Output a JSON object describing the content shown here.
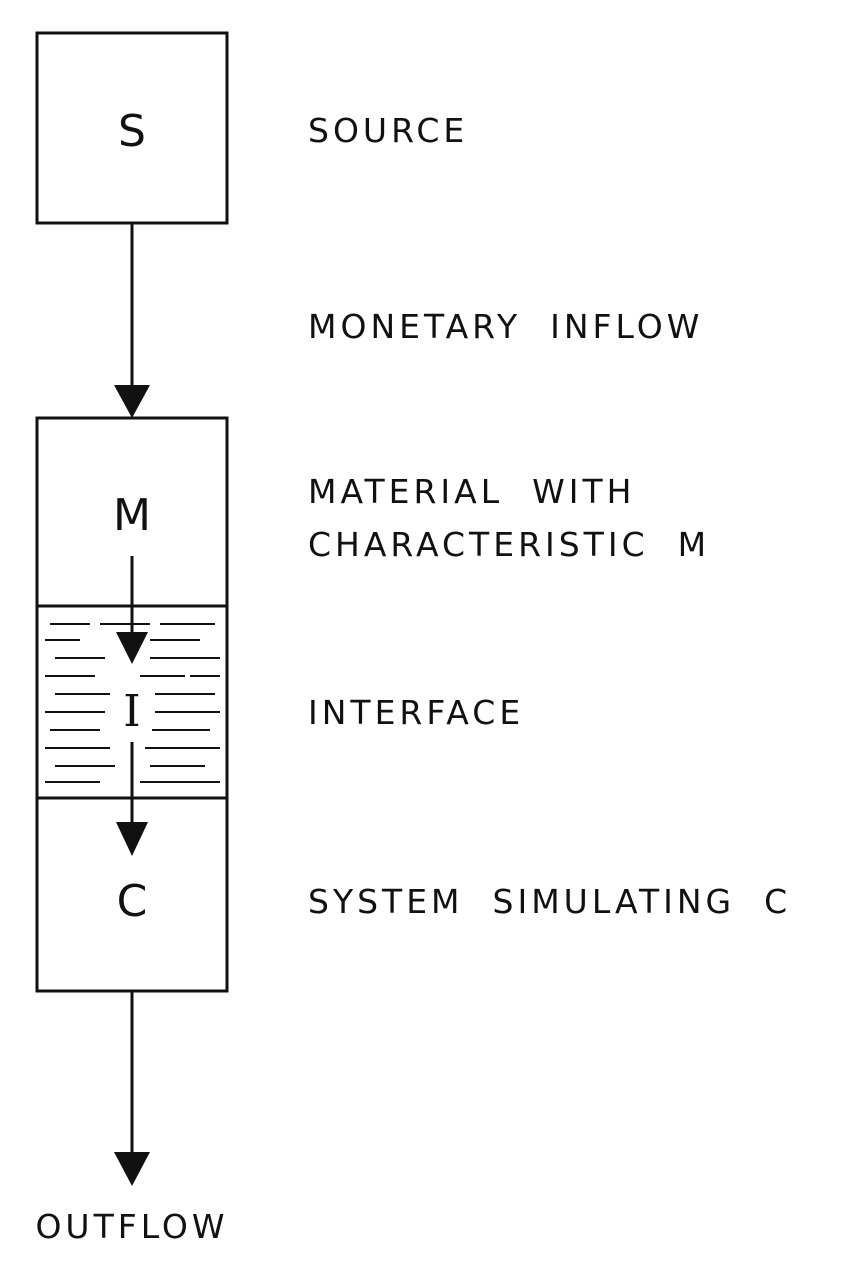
{
  "diagram": {
    "nodes": {
      "source": {
        "letter": "S",
        "label": "SOURCE"
      },
      "material": {
        "letter": "M",
        "label_line1": "MATERIAL  WITH",
        "label_line2": "CHARACTERISTIC  M"
      },
      "interface": {
        "letter": "I",
        "label": "INTERFACE"
      },
      "system": {
        "letter": "C",
        "label": "SYSTEM  SIMULATING  C"
      }
    },
    "flows": {
      "inflow_label": "MONETARY  INFLOW",
      "outflow_label": "OUTFLOW"
    },
    "colors": {
      "ink": "#111111",
      "background": "#ffffff"
    }
  }
}
